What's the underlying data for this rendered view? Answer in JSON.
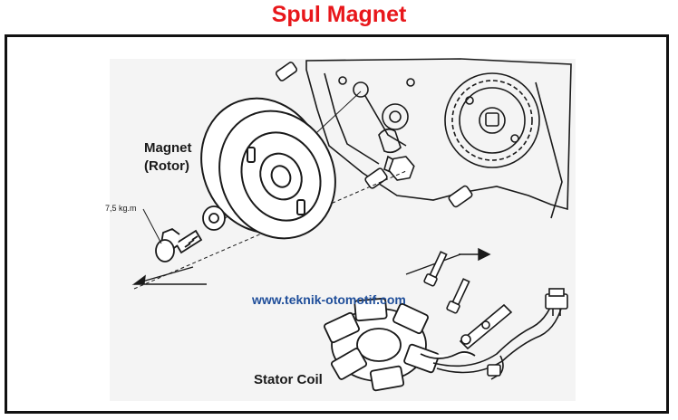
{
  "title": "Spul Magnet",
  "labels": {
    "magnet_line1": "Magnet",
    "magnet_line2": "(Rotor)",
    "torque": "7,5 kg.m",
    "stator": "Stator Coil",
    "watermark": "www.teknik-otomotif.com"
  },
  "colors": {
    "title": "#e8171b",
    "watermark": "#1f4e9a",
    "line": "#1a1a1a"
  }
}
